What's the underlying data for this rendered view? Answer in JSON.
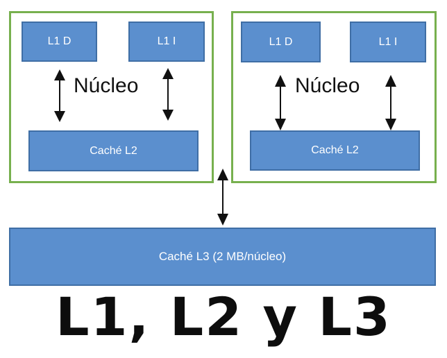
{
  "cores": [
    {
      "l1d_label": "L1 D",
      "l1i_label": "L1 I",
      "core_label": "Núcleo",
      "l2_label": "Caché L2"
    },
    {
      "l1d_label": "L1 D",
      "l1i_label": "L1 I",
      "core_label": "Núcleo",
      "l2_label": "Caché L2"
    }
  ],
  "l3_label": "Caché L3 (2 MB/núcleo)",
  "title": "L1, L2 y L3",
  "colors": {
    "core_border": "#77b04e",
    "block_fill": "#5b8fce",
    "block_border": "#3f6ea5",
    "block_text": "#ffffff",
    "arrow": "#111111"
  }
}
